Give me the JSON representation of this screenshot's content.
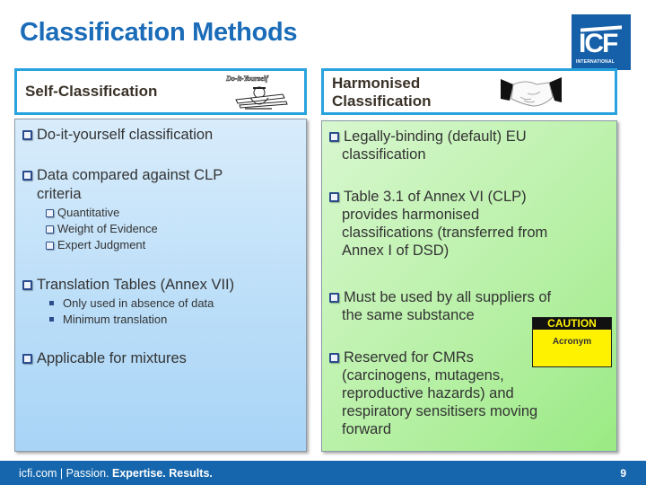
{
  "header": {
    "title": "Classification Methods",
    "logo": {
      "text": "ICF",
      "subtext": "INTERNATIONAL",
      "color": "#1560a8"
    }
  },
  "left_column": {
    "heading": "Self-Classification",
    "image": {
      "icon": "do-it-yourself-cartoon",
      "caption": "Do-it-Yourself"
    },
    "items": [
      {
        "text": "Do-it-yourself classification"
      },
      {
        "text": "Data compared against CLP",
        "text2": "criteria",
        "sub_items": [
          "Quantitative",
          "Weight of Evidence",
          "Expert Judgment"
        ]
      },
      {
        "text": "Translation Tables (Annex VII)",
        "sub_items": [
          "Only used in absence of data",
          "Minimum translation"
        ]
      },
      {
        "text": "Applicable for mixtures"
      }
    ]
  },
  "right_column": {
    "heading_line1": "Harmonised",
    "heading_line2": "Classification",
    "image": {
      "icon": "handshake-icon"
    },
    "items": [
      {
        "lines": [
          "Legally-binding (default) EU",
          "classification"
        ]
      },
      {
        "lines": [
          "Table 3.1 of Annex VI (CLP)",
          "provides harmonised",
          "classifications (transferred from",
          "Annex I of DSD)"
        ]
      },
      {
        "lines": [
          "Must be used by all suppliers of",
          "the same substance"
        ]
      },
      {
        "lines": [
          "Reserved for CMRs",
          "(carcinogens, mutagens,",
          "reproductive hazards) and",
          "respiratory sensitisers moving",
          "forward"
        ]
      }
    ]
  },
  "caution_sign": {
    "header": "CAUTION",
    "body": "Acronym"
  },
  "footer": {
    "site": "icfi.com",
    "sep": " | ",
    "t1": "Passion. ",
    "t2": "Expertise.",
    "t3": " Results.",
    "page_number": "9"
  },
  "colors": {
    "title_blue": "#1a6bb8",
    "header_border": "#29a3dd",
    "footer_blue": "#1566ac",
    "caution_yellow": "#fff200"
  }
}
